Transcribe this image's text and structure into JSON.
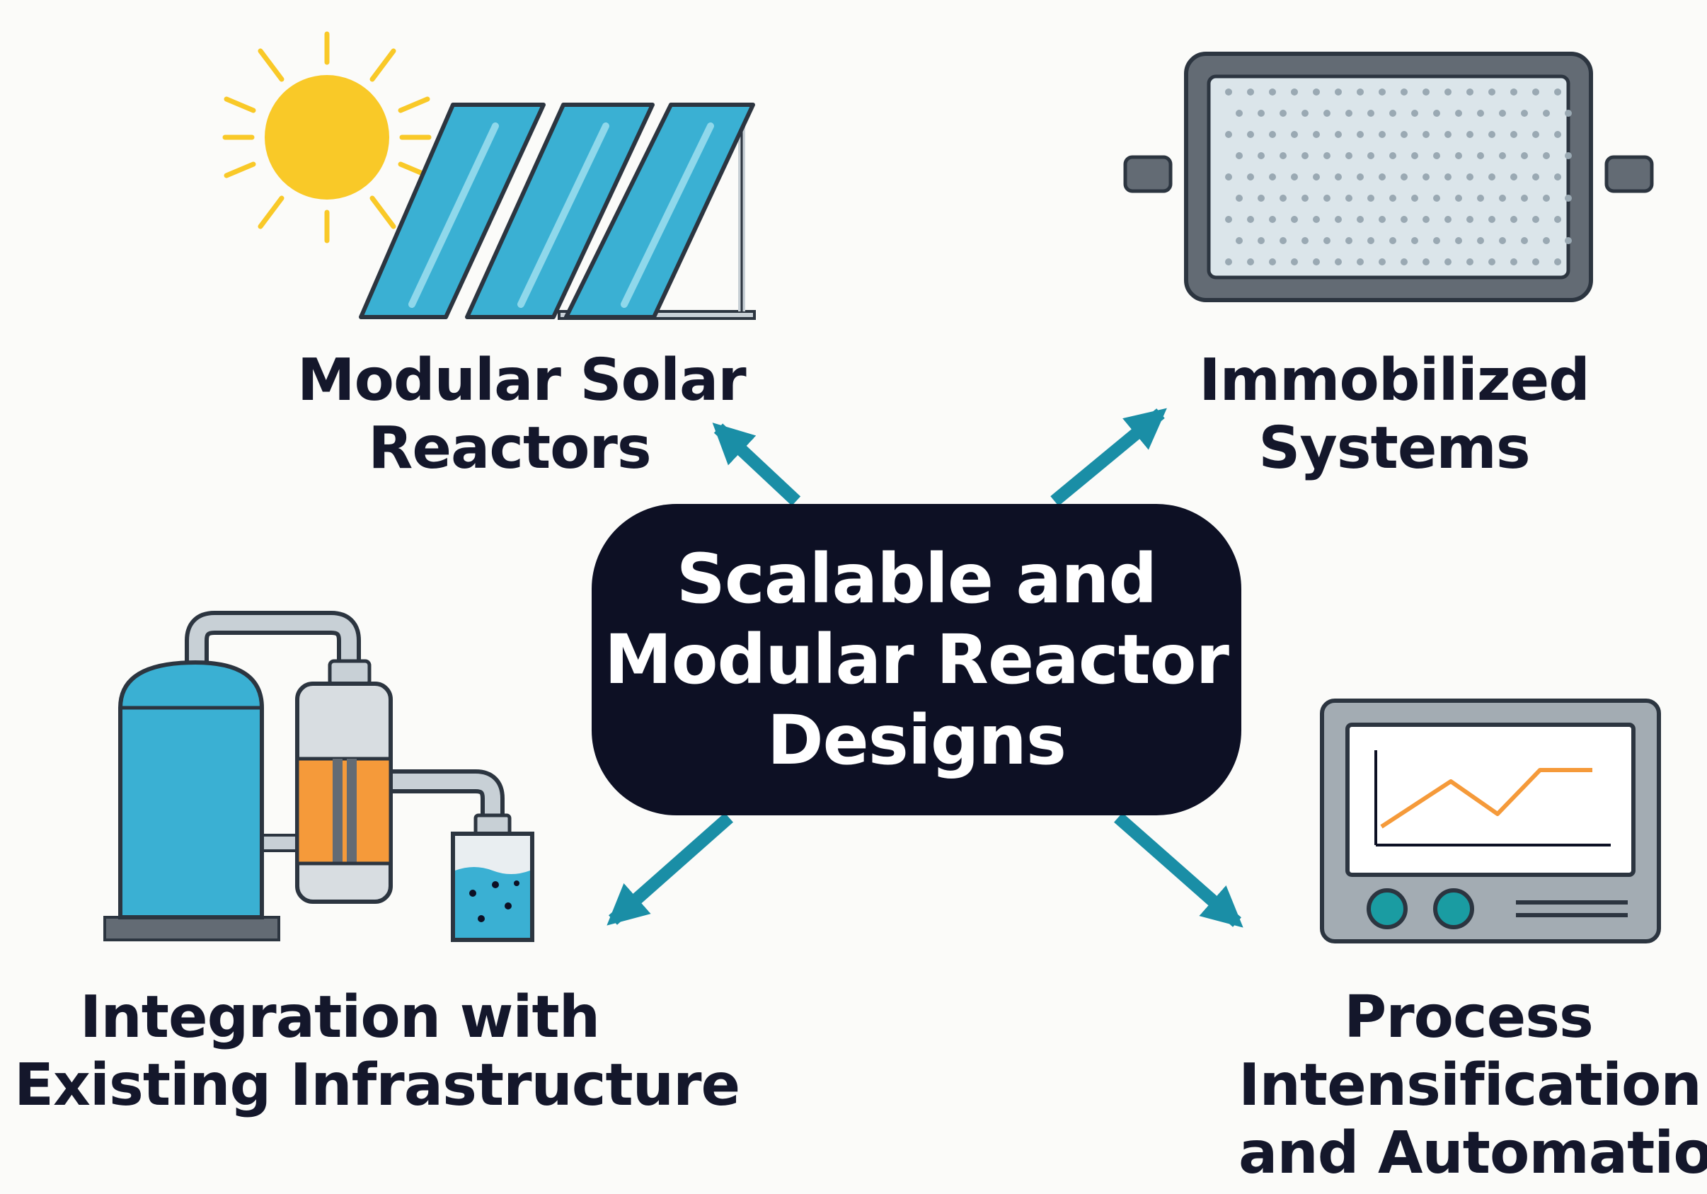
{
  "title_lines": [
    "Scalable and",
    "Modular Reactor",
    "Designs"
  ],
  "nodes": {
    "solar": {
      "lines": [
        "Modular Solar",
        "Reactors"
      ],
      "icon": "solar-panel-icon"
    },
    "immobilized": {
      "lines": [
        "Immobilized",
        "Systems"
      ],
      "icon": "immobilized-cartridge-icon"
    },
    "integration": {
      "lines": [
        "Integration with",
        "Existing Infrastructure"
      ],
      "icon": "tank-pipeline-icon"
    },
    "process": {
      "lines": [
        "Process",
        "Intensification",
        "and Automation"
      ],
      "icon": "control-monitor-icon"
    }
  },
  "colors": {
    "arrow": "#1a8ea6",
    "center_box": "#0d1024",
    "text": "#14172b",
    "sun": "#f9c928",
    "panel": "#3ab0d3",
    "orange": "#f59a3a",
    "gray": "#636b74"
  }
}
